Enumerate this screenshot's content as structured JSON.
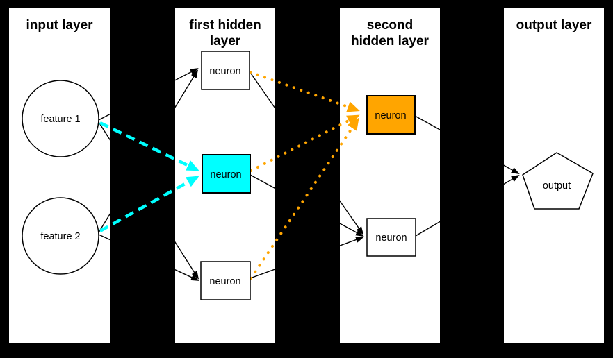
{
  "diagram": {
    "type": "neural-network-feedforward",
    "colors": {
      "background": "#000000",
      "panel": "#ffffff",
      "node_border": "#000000",
      "line": "#000000",
      "cyan_highlight": "#00ffff",
      "orange_highlight": "#ffa500"
    },
    "layers": [
      {
        "id": "input-layer",
        "title": "input layer",
        "nodes": [
          {
            "id": "feature-1",
            "label": "feature 1",
            "shape": "circle",
            "fill": "#ffffff"
          },
          {
            "id": "feature-2",
            "label": "feature 2",
            "shape": "circle",
            "fill": "#ffffff"
          }
        ]
      },
      {
        "id": "first-hidden-layer",
        "title": "first hidden\nlayer",
        "nodes": [
          {
            "id": "hidden1-neuron-top",
            "label": "neuron",
            "shape": "rect",
            "fill": "#ffffff"
          },
          {
            "id": "hidden1-neuron-middle",
            "label": "neuron",
            "shape": "rect",
            "fill": "#00ffff"
          },
          {
            "id": "hidden1-neuron-bottom",
            "label": "neuron",
            "shape": "rect",
            "fill": "#ffffff"
          }
        ]
      },
      {
        "id": "second-hidden-layer",
        "title": "second\nhidden layer",
        "nodes": [
          {
            "id": "hidden2-neuron-top",
            "label": "neuron",
            "shape": "rect",
            "fill": "#ffa500"
          },
          {
            "id": "hidden2-neuron-bottom",
            "label": "neuron",
            "shape": "rect",
            "fill": "#ffffff"
          }
        ]
      },
      {
        "id": "output-layer",
        "title": "output layer",
        "nodes": [
          {
            "id": "output",
            "label": "output",
            "shape": "pentagon",
            "fill": "#ffffff"
          }
        ]
      }
    ],
    "connections": [
      {
        "from": "feature-1",
        "to": "hidden1-neuron-top",
        "style": "solid-black-arrow"
      },
      {
        "from": "feature-1",
        "to": "hidden1-neuron-middle",
        "style": "cyan-dashed-arrow"
      },
      {
        "from": "feature-1",
        "to": "hidden1-neuron-bottom",
        "style": "solid-black-arrow"
      },
      {
        "from": "feature-2",
        "to": "hidden1-neuron-top",
        "style": "solid-black-arrow"
      },
      {
        "from": "feature-2",
        "to": "hidden1-neuron-middle",
        "style": "cyan-dashed-arrow"
      },
      {
        "from": "feature-2",
        "to": "hidden1-neuron-bottom",
        "style": "solid-black-arrow"
      },
      {
        "from": "hidden1-neuron-top",
        "to": "hidden2-neuron-top",
        "style": "orange-dotted-arrow"
      },
      {
        "from": "hidden1-neuron-top",
        "to": "hidden2-neuron-bottom",
        "style": "solid-black-arrow"
      },
      {
        "from": "hidden1-neuron-middle",
        "to": "hidden2-neuron-top",
        "style": "orange-dotted-arrow"
      },
      {
        "from": "hidden1-neuron-middle",
        "to": "hidden2-neuron-bottom",
        "style": "solid-black-arrow"
      },
      {
        "from": "hidden1-neuron-bottom",
        "to": "hidden2-neuron-top",
        "style": "orange-dotted-arrow"
      },
      {
        "from": "hidden1-neuron-bottom",
        "to": "hidden2-neuron-bottom",
        "style": "solid-black-arrow"
      },
      {
        "from": "hidden2-neuron-top",
        "to": "output",
        "style": "solid-black-arrow"
      },
      {
        "from": "hidden2-neuron-bottom",
        "to": "output",
        "style": "solid-black-arrow"
      }
    ]
  }
}
